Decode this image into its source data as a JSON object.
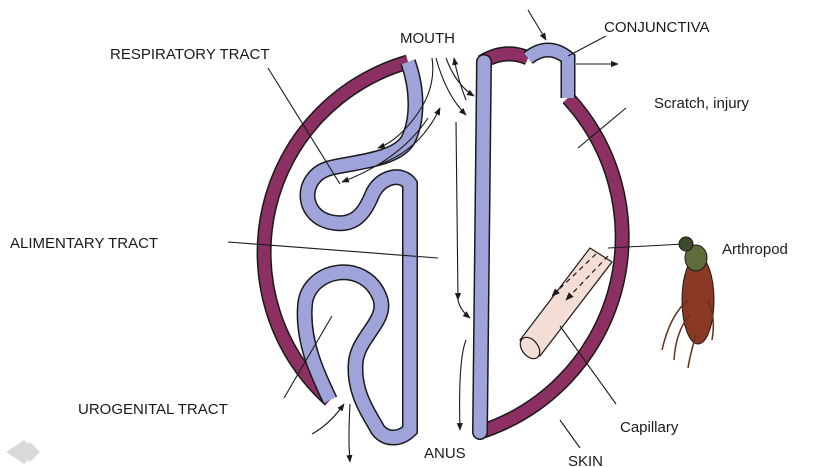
{
  "colors": {
    "skin": "#8c2f62",
    "mucosa": "#9ea3d9",
    "outline": "#1a1a1a",
    "capillary": "#f4ddd4",
    "arthropod_body": "#8a3a24",
    "arthropod_head": "#5f6b3a"
  },
  "labels": {
    "mouth": "MOUTH",
    "conjunctiva": "CONJUNCTIVA",
    "respiratory": "RESPIRATORY TRACT",
    "scratch": "Scratch, injury",
    "alimentary": "ALIMENTARY TRACT",
    "arthropod": "Arthropod",
    "urogenital": "UROGENITAL TRACT",
    "capillary": "Capillary",
    "anus": "ANUS",
    "skin": "SKIN"
  },
  "icons": {
    "watermark": "gray-chevron-mark",
    "insect": "arthropod-vector"
  }
}
